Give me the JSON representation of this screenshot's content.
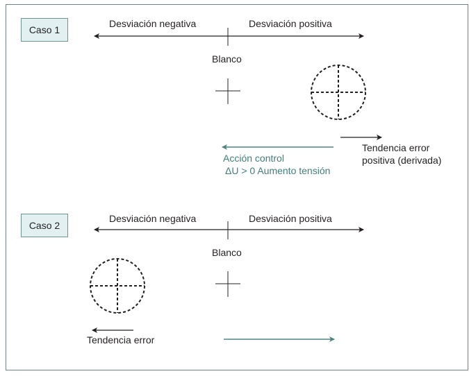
{
  "colors": {
    "frame": "#6f8587",
    "case_fill": "#e3f0f1",
    "ink": "#231f20",
    "teal": "#4a8580"
  },
  "case1": {
    "label": "Caso 1",
    "axis_negative": "Desviación negativa",
    "axis_positive": "Desviación positiva",
    "target": "Blanco",
    "trend_line1": "Tendencia error",
    "trend_line2": "positiva (derivada)",
    "control_line1": "Acción control",
    "control_line2": "ΔU > 0 Aumento tensión"
  },
  "case2": {
    "label": "Caso 2",
    "axis_negative": "Desviación negativa",
    "axis_positive": "Desviación positiva",
    "target": "Blanco",
    "trend": "Tendencia error"
  }
}
